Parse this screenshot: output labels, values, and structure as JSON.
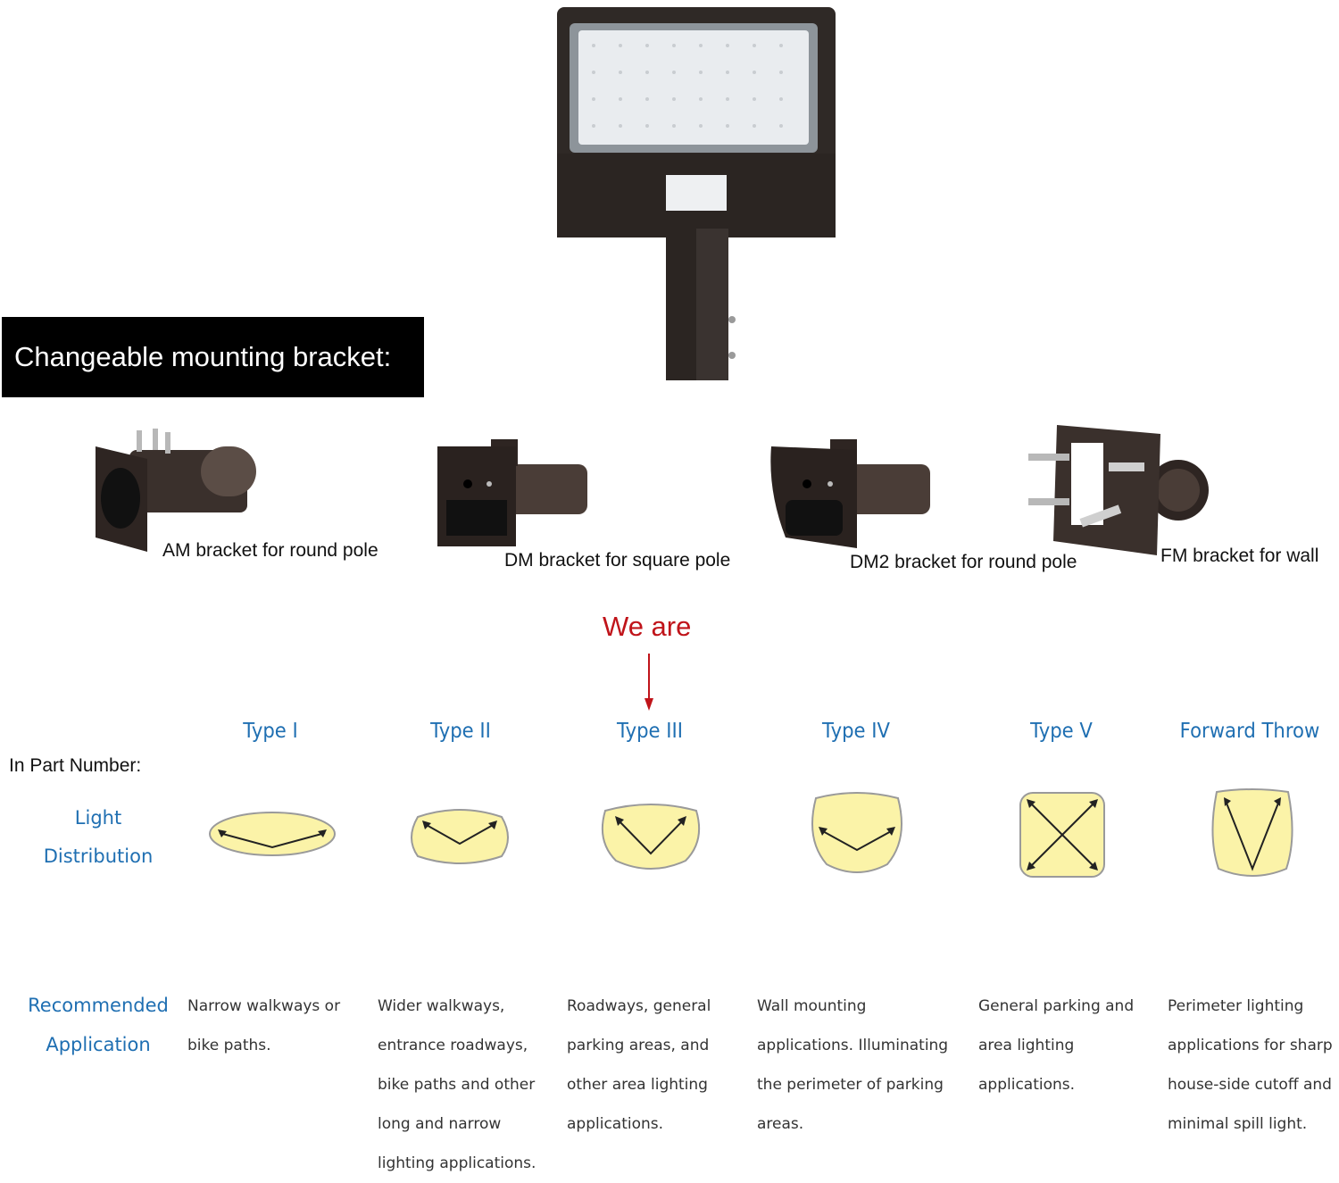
{
  "banner": {
    "title": "Changeable mounting bracket:"
  },
  "brackets": [
    {
      "label": "AM bracket for round pole"
    },
    {
      "label": "DM bracket for square pole"
    },
    {
      "label": "DM2 bracket for round pole"
    },
    {
      "label": "FM bracket for wall"
    }
  ],
  "callout": {
    "text": "We are",
    "color": "#c0141a"
  },
  "table": {
    "part_number_label": "In Part Number:",
    "distribution_label": [
      "Light",
      "Distribution"
    ],
    "application_label": [
      "Recommended",
      "Application"
    ],
    "accent_color": "#1f6fb2",
    "light_color": "#fbf3a8",
    "types": [
      {
        "name": "Type I",
        "application": [
          "Narrow walkways or",
          "bike paths."
        ]
      },
      {
        "name": "Type II",
        "application": [
          "Wider walkways,",
          "entrance roadways,",
          "bike paths and other",
          "long and narrow",
          "lighting applications."
        ]
      },
      {
        "name": "Type III",
        "application": [
          "Roadways, general",
          "parking areas, and",
          "other area lighting",
          "applications."
        ]
      },
      {
        "name": "Type IV",
        "application": [
          "Wall mounting",
          "applications.  Illuminating",
          "the perimeter of parking",
          "areas."
        ]
      },
      {
        "name": "Type V",
        "application": [
          "General parking and",
          "area lighting",
          "applications."
        ]
      },
      {
        "name": "Forward Throw",
        "application": [
          "Perimeter lighting",
          "applications for sharp",
          "house-side cutoff and",
          "minimal spill light."
        ]
      }
    ]
  }
}
